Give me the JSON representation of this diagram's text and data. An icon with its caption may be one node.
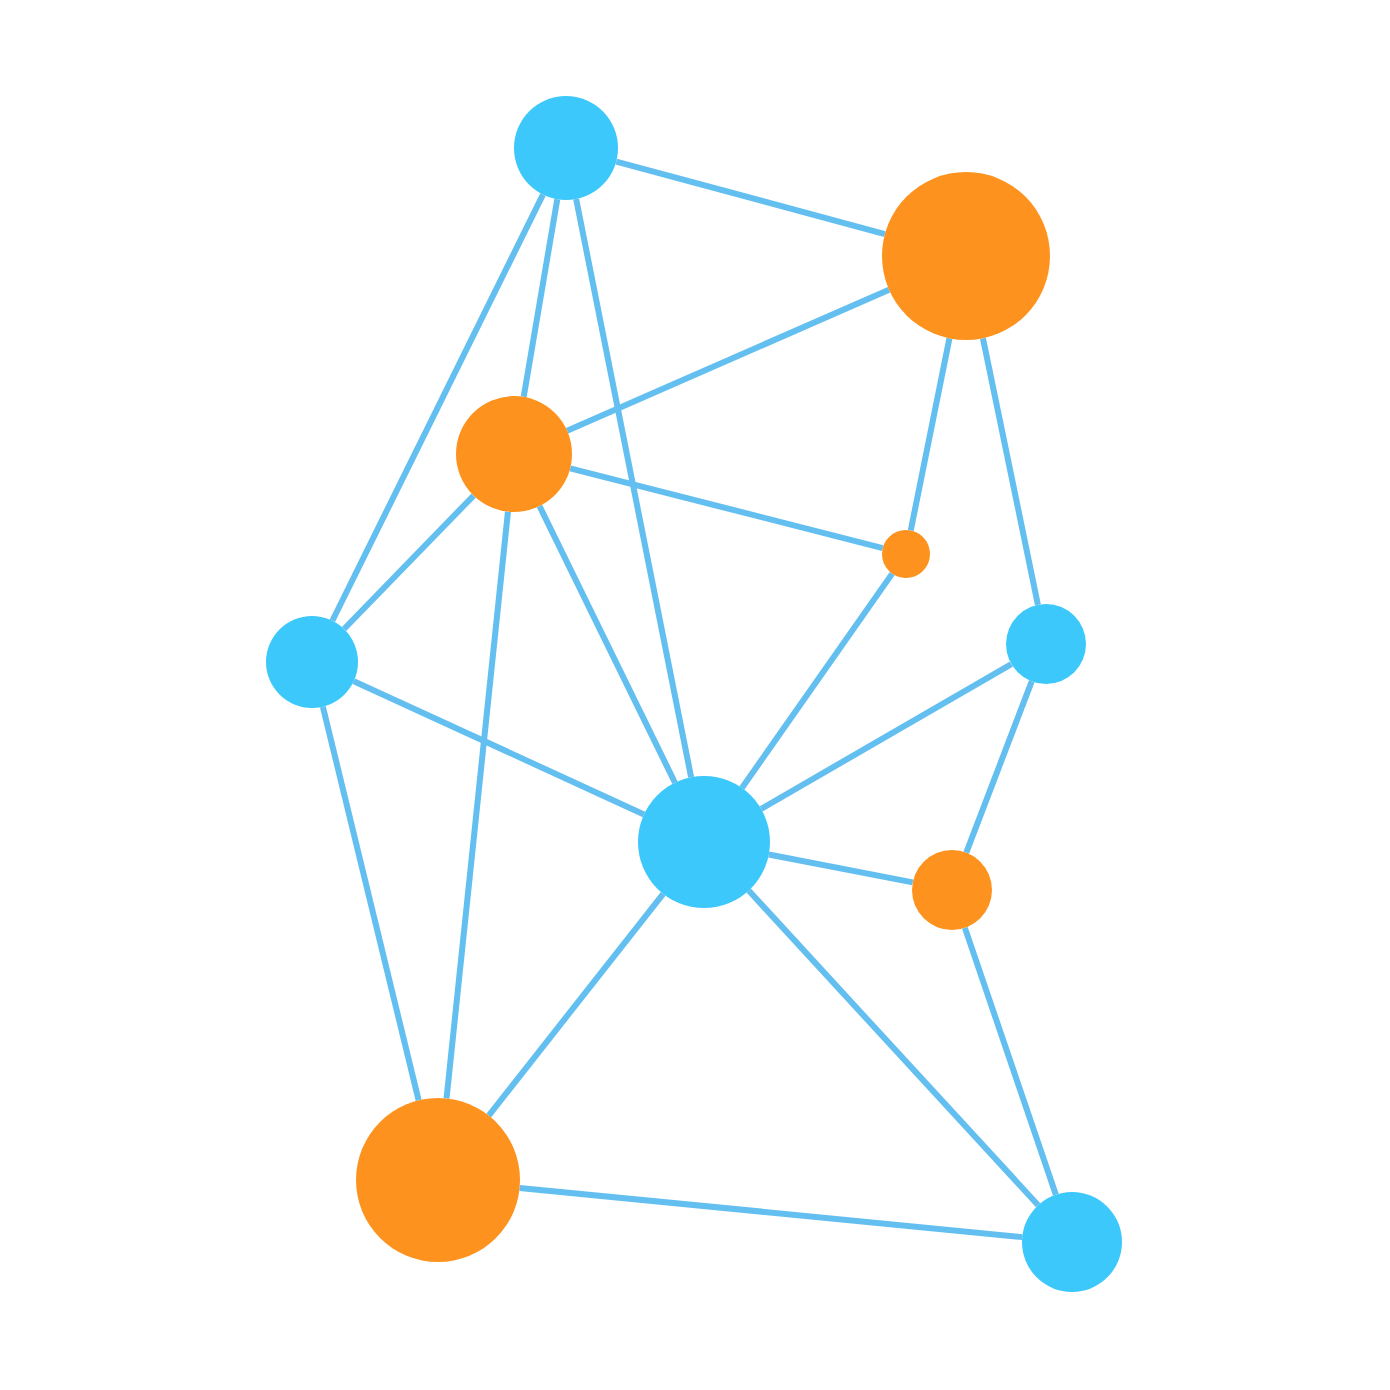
{
  "diagram": {
    "nodes": [
      {
        "text": [],
        "shape": "circle"
      },
      {
        "text": [],
        "shape": "circle"
      },
      {
        "text": [],
        "shape": "circle"
      },
      {
        "text": [],
        "shape": "circle"
      },
      {
        "text": [],
        "shape": "circle"
      },
      {
        "text": [],
        "shape": "circle"
      },
      {
        "text": [],
        "shape": "circle"
      },
      {
        "text": [],
        "shape": "circle"
      },
      {
        "text": [],
        "shape": "circle"
      },
      {
        "text": [],
        "shape": "circle"
      }
    ],
    "edges": [
      {
        "from": 0,
        "to": 1,
        "arrow": "none"
      },
      {
        "from": 0,
        "to": 2,
        "arrow": "none"
      },
      {
        "from": 0,
        "to": 4,
        "arrow": "none"
      },
      {
        "from": 0,
        "to": 6,
        "arrow": "none"
      },
      {
        "from": 1,
        "to": 2,
        "arrow": "none"
      },
      {
        "from": 1,
        "to": 3,
        "arrow": "none"
      },
      {
        "from": 1,
        "to": 5,
        "arrow": "none"
      },
      {
        "from": 2,
        "to": 3,
        "arrow": "none"
      },
      {
        "from": 2,
        "to": 4,
        "arrow": "none"
      },
      {
        "from": 2,
        "to": 6,
        "arrow": "none"
      },
      {
        "from": 2,
        "to": 8,
        "arrow": "none"
      },
      {
        "from": 3,
        "to": 6,
        "arrow": "none"
      },
      {
        "from": 4,
        "to": 6,
        "arrow": "none"
      },
      {
        "from": 4,
        "to": 8,
        "arrow": "none"
      },
      {
        "from": 5,
        "to": 6,
        "arrow": "none"
      },
      {
        "from": 5,
        "to": 7,
        "arrow": "none"
      },
      {
        "from": 6,
        "to": 7,
        "arrow": "none"
      },
      {
        "from": 6,
        "to": 8,
        "arrow": "none"
      },
      {
        "from": 6,
        "to": 9,
        "arrow": "none"
      },
      {
        "from": 7,
        "to": 9,
        "arrow": "none"
      },
      {
        "from": 8,
        "to": 9,
        "arrow": "none"
      }
    ]
  }
}
